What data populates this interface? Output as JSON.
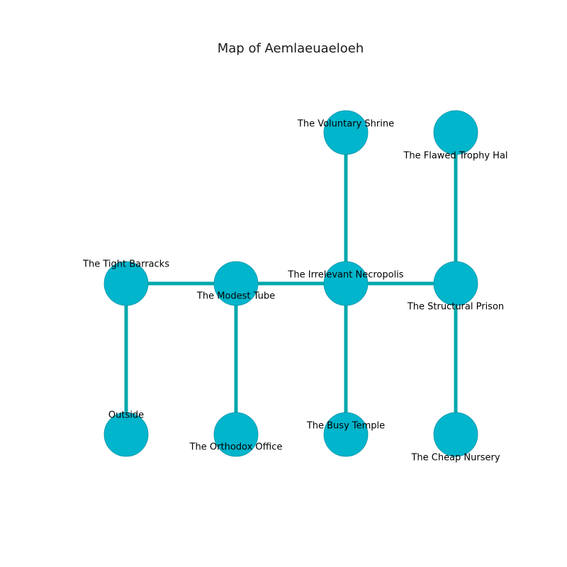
{
  "title": "Map of Aemlaeuaeloeh",
  "colors": {
    "node_fill": "#00b5cc",
    "node_stroke": "#0a93a6",
    "edge": "#00a8ad"
  },
  "nodes": [
    {
      "id": "voluntary-shrine",
      "label": "The Voluntary Shrine"
    },
    {
      "id": "flawed-trophy-hall",
      "label": "The Flawed Trophy Hal"
    },
    {
      "id": "tight-barracks",
      "label": "The Tight Barracks"
    },
    {
      "id": "modest-tube",
      "label": "The Modest Tube"
    },
    {
      "id": "irrelevant-necropolis",
      "label": "The Irrelevant Necropolis"
    },
    {
      "id": "structural-prison",
      "label": "The Structural Prison"
    },
    {
      "id": "outside",
      "label": "Outside"
    },
    {
      "id": "orthodox-office",
      "label": "The Orthodox Office"
    },
    {
      "id": "busy-temple",
      "label": "The Busy Temple"
    },
    {
      "id": "cheap-nursery",
      "label": "The Cheap Nursery"
    }
  ],
  "edges": [
    [
      "tight-barracks",
      "modest-tube"
    ],
    [
      "modest-tube",
      "irrelevant-necropolis"
    ],
    [
      "irrelevant-necropolis",
      "structural-prison"
    ],
    [
      "tight-barracks",
      "outside"
    ],
    [
      "modest-tube",
      "orthodox-office"
    ],
    [
      "irrelevant-necropolis",
      "voluntary-shrine"
    ],
    [
      "irrelevant-necropolis",
      "busy-temple"
    ],
    [
      "structural-prison",
      "flawed-trophy-hall"
    ],
    [
      "structural-prison",
      "cheap-nursery"
    ]
  ]
}
